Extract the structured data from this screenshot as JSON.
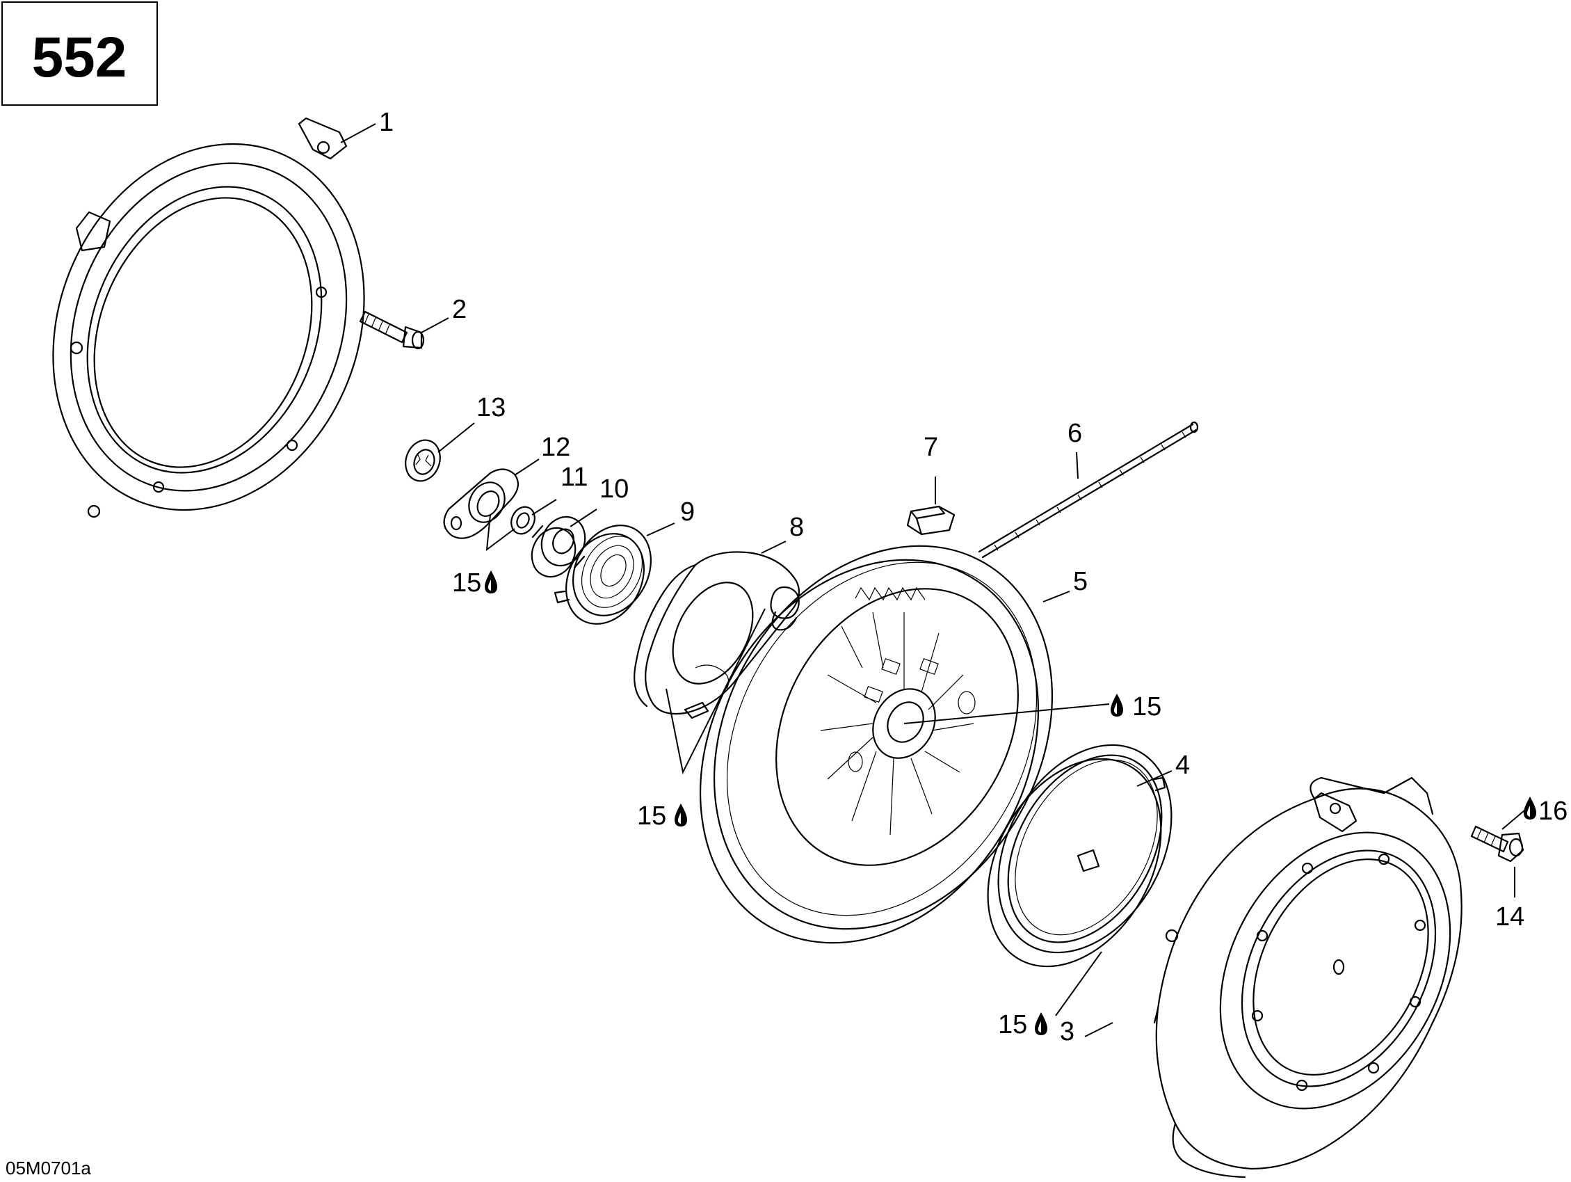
{
  "page_number": "552",
  "figure_ref": "05M0701a",
  "callouts": {
    "c1": "1",
    "c2": "2",
    "c3": "3",
    "c4": "4",
    "c5": "5",
    "c6": "6",
    "c7": "7",
    "c8": "8",
    "c9": "9",
    "c10": "10",
    "c11": "11",
    "c12": "12",
    "c13": "13",
    "c14": "14",
    "c15a": "15",
    "c15b": "15",
    "c15c": "15",
    "c15d": "15",
    "c16": "16"
  },
  "icons": {
    "lubricant": "oil-drop-icon"
  }
}
